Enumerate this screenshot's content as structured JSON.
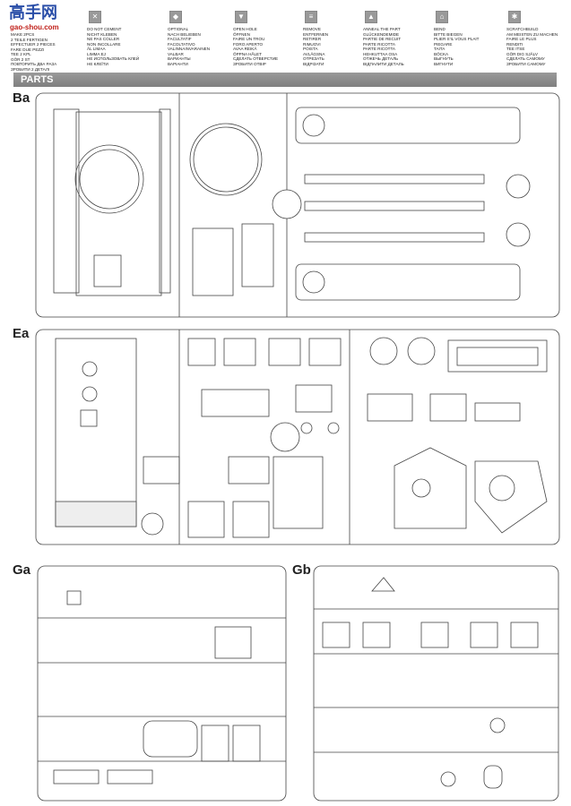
{
  "logo": {
    "text": "高手网",
    "url_text": "gao-shou.com"
  },
  "legend": [
    {
      "icon": "two-parts-icon",
      "lines": [
        "MAKE 2pcs",
        "2 TEILE FERTIGEN",
        "EFFECTUER 2 PIECES",
        "FARE DUE PEZZI",
        "TEE 2 KPL",
        "GÖR 2 ST",
        "ПОВТОРИТЬ ДВА РАЗА",
        "ЗРОБИТИ 2 ДЕТАЛІ"
      ]
    },
    {
      "icon": "no-glue-icon",
      "lines": [
        "DO NOT CEMENT",
        "NICHT KLEBEN",
        "NE PAS COLLER",
        "NON INCOLLARE",
        "ÄL LIMAA",
        "LIMMA EJ",
        "НЕ ИСПОЛЬЗОВАТЬ КЛЕЙ",
        "НЕ КЛЕЇТИ"
      ]
    },
    {
      "icon": "optional-icon",
      "lines": [
        "OPTIONAL",
        "NACH BELIEBEN",
        "FACULTATIF",
        "FACOLTATIVO",
        "VALINNAINVARAINEN",
        "VALBAR",
        "ВАРИАНТЫ",
        "ВАРІАНТИ"
      ]
    },
    {
      "icon": "open-hole-icon",
      "lines": [
        "OPEN HOLE",
        "ÖFFNEN",
        "FAIRE UN TROU",
        "FORO APERTO",
        "AVAA REIKÄ",
        "ÖPPNA HÅLET",
        "СДЕЛАТЬ ОТВЕРСТИЕ",
        "ЗРОБИТИ ОТВІР"
      ]
    },
    {
      "icon": "remove-icon",
      "lines": [
        "REMOVE",
        "ENTFERNEN",
        "RETIRER",
        "RIMUOVI",
        "POISTA",
        "AVLÄGSNA",
        "ОТРЕЗАТЬ",
        "ВІДРІЗАТИ"
      ]
    },
    {
      "icon": "anneal-icon",
      "lines": [
        "ANNEAL THE PART",
        "GLÜCKENDEMIDE",
        "PARTIE DE RECUIT",
        "PARTE RICOTTA",
        "PARTE RICOTTA",
        "HEHKUTTAA OSA",
        "ОТЖЕЧЬ ДЕТАЛЬ",
        "ВІДПАЛИТИ ДЕТАЛЬ"
      ]
    },
    {
      "icon": "bend-icon",
      "lines": [
        "BEND",
        "BITTE BIEGEN",
        "PLIER S'IL VOUS PLAIT",
        "PIEGARE",
        "TAITA",
        "BÖCKA",
        "ВЫГНУТЬ",
        "ВИГНУТИ"
      ]
    },
    {
      "icon": "scratchbuild-icon",
      "lines": [
        "SCRATCHBUILD",
        "AM MEISTEN ZU MACHEN",
        "FAIRE LE PLUS",
        "RENDITI",
        "TEE ITSE",
        "GÖR DIG SJÄLV",
        "СДЕЛАТЬ САМОМУ",
        "ЗРОБИТИ САМОМУ"
      ]
    }
  ],
  "section_title": "PARTS",
  "sprues": [
    {
      "name": "Ba"
    },
    {
      "name": "Ea"
    },
    {
      "name": "Ga"
    },
    {
      "name": "Gb"
    }
  ]
}
